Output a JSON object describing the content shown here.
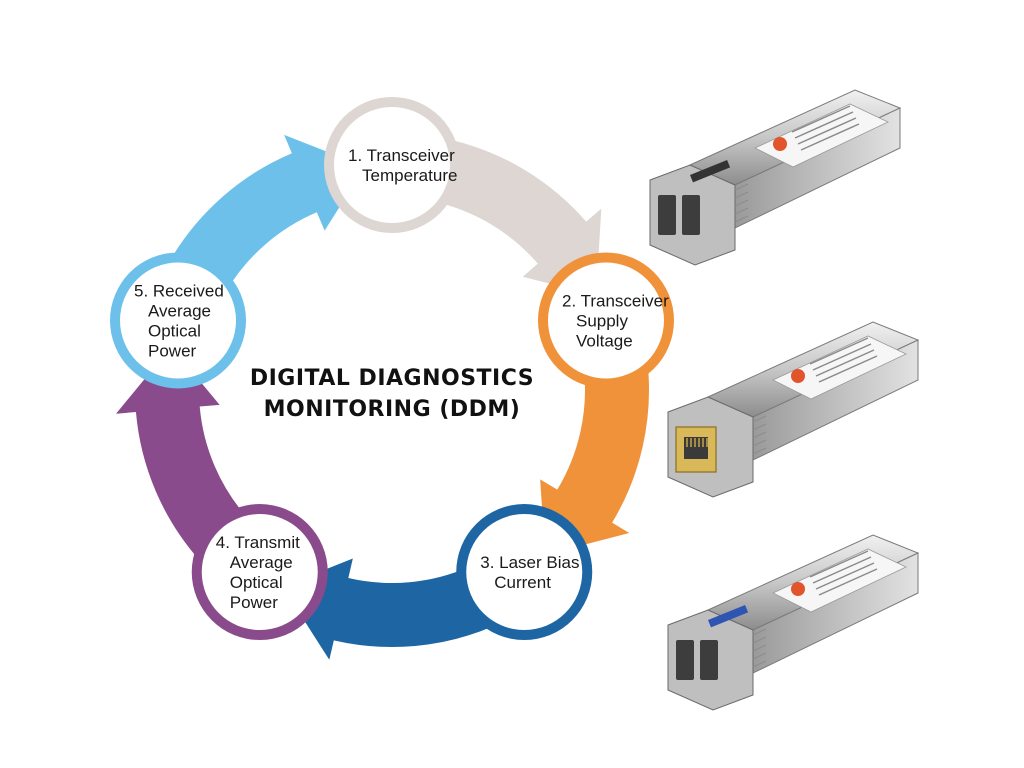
{
  "diagram": {
    "title_lines": [
      "DIGITAL DIAGNOSTICS",
      "MONITORING (DDM)"
    ],
    "nodes": [
      {
        "id": "temperature",
        "lines": [
          "1. Transceiver",
          "Temperature"
        ],
        "color": "#ddd6d2"
      },
      {
        "id": "supply-voltage",
        "lines": [
          "2. Transceiver",
          "Supply",
          "Voltage"
        ],
        "color": "#f0923a"
      },
      {
        "id": "laser-bias",
        "lines": [
          "3. Laser Bias",
          "Current"
        ],
        "color": "#1d66a3"
      },
      {
        "id": "transmit-power",
        "lines": [
          "4. Transmit",
          "Average",
          "Optical",
          "Power"
        ],
        "color": "#8a4b8c"
      },
      {
        "id": "received-power",
        "lines": [
          "5. Received",
          "Average",
          "Optical",
          "Power"
        ],
        "color": "#6cc0ea"
      }
    ]
  },
  "product_images": [
    {
      "id": "sfp-optical-1",
      "connector": "duplex-lc",
      "latch_color": "#333333"
    },
    {
      "id": "sfp-copper-rj45",
      "connector": "rj45",
      "latch_color": "#c9a447"
    },
    {
      "id": "sfp-optical-2",
      "connector": "duplex-lc",
      "latch_color": "#2f55b3"
    }
  ]
}
